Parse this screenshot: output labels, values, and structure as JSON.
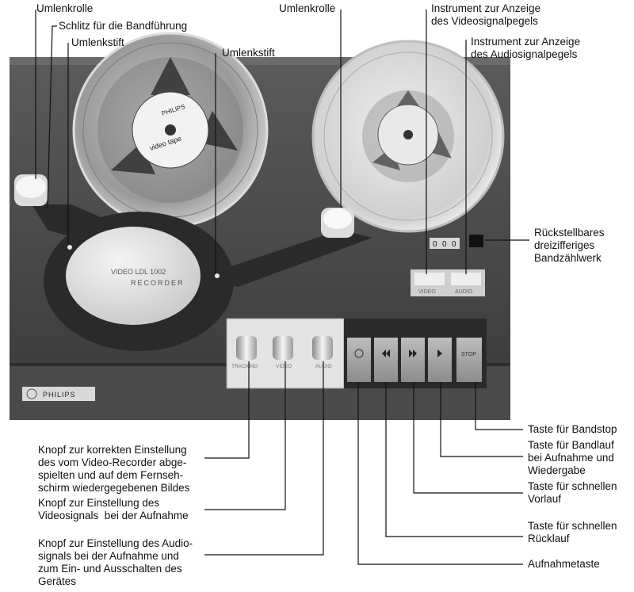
{
  "device": {
    "brand": "PHILIPS",
    "model_line1": "VIDEO  LDL 1002",
    "model_line2": "RECORDER",
    "reel_left_line1": "PHILIPS",
    "reel_left_line2": "video tape",
    "knob_labels": [
      "TRACKING",
      "VIDEO",
      "AUDIO"
    ],
    "meter_labels": [
      "VIDEO",
      "AUDIO"
    ],
    "counter_digits": [
      "0",
      "0",
      "0"
    ],
    "stop_label": "STOP"
  },
  "labels": {
    "umlenkrolle_left": "Umlenkrolle",
    "schlitz": "Schlitz für die Bandführung",
    "umlenkstift_left": "Umlenkstift",
    "umlenkstift_mid": "Umlenkstift",
    "umlenkrolle_mid": "Umlenkrolle",
    "instr_video": "Instrument zur Anzeige\ndes Videosignalpegels",
    "instr_audio": "Instrument zur Anzeige\ndes Audiosignalpegels",
    "counter": "Rückstellbares\ndreizifferiges\nBandzählwerk",
    "tracking": "Knopf zur korrekten Einstellung\ndes vom Video-Recorder abge-\nspielten und auf dem Fernseh-\nschirm wiedergegebenen Bildes",
    "video_knob": "Knopf zur Einstellung des\nVideosignals  bei der Aufnahme",
    "audio_knob": "Knopf zur Einstellung des Audio-\nsignals bei der Aufnahme und\nzum Ein- und Ausschalten des\nGerätes",
    "stop": "Taste für Bandstop",
    "play": "Taste für Bandlauf\nbei Aufnahme und\nWiedergabe",
    "ffwd": "Taste für schnellen\nVorlauf",
    "rew": "Taste für schnellen\nRücklauf",
    "record": "Aufnahmetaste"
  }
}
